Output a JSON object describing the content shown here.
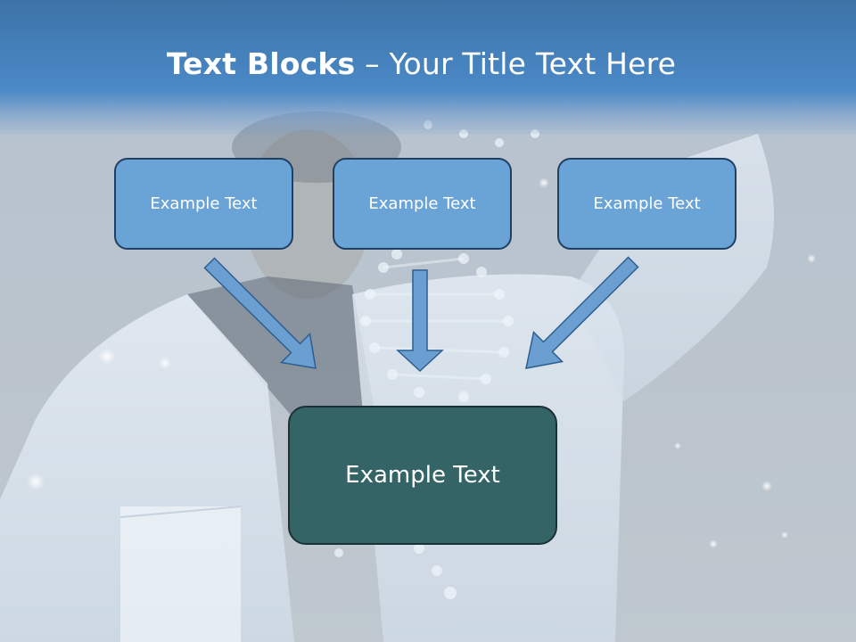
{
  "title": {
    "bold": "Text Blocks",
    "separator": " – ",
    "regular": "Your Title Text Here"
  },
  "blocks": {
    "left": "Example Text",
    "middle": "Example Text",
    "right": "Example Text",
    "main": "Example Text"
  },
  "colors": {
    "header": "#4a88c6",
    "small_box_fill": "#6aa3d6",
    "small_box_border": "#1f3f63",
    "main_box_fill": "#346466",
    "arrow_fill": "#6b9fd2",
    "arrow_border": "#2d5f8e"
  }
}
